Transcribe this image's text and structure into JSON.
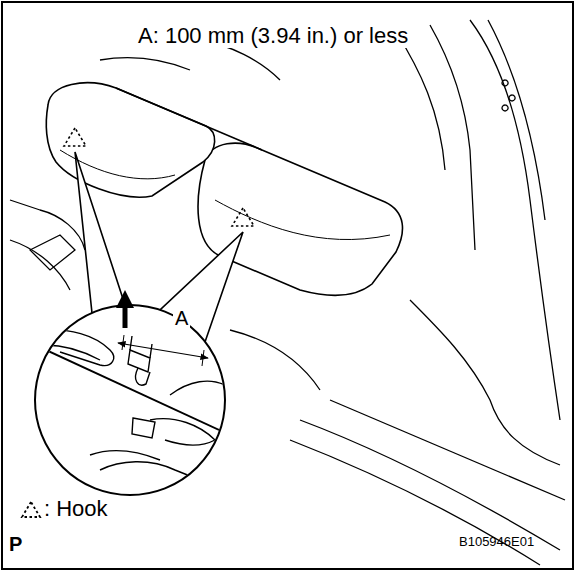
{
  "diagram": {
    "labels": [
      "A: 100 mm (3.94 in.) or less",
      "A",
      "P",
      "B105946E01"
    ],
    "legend": [
      {
        "text": ": Hook"
      }
    ]
  }
}
